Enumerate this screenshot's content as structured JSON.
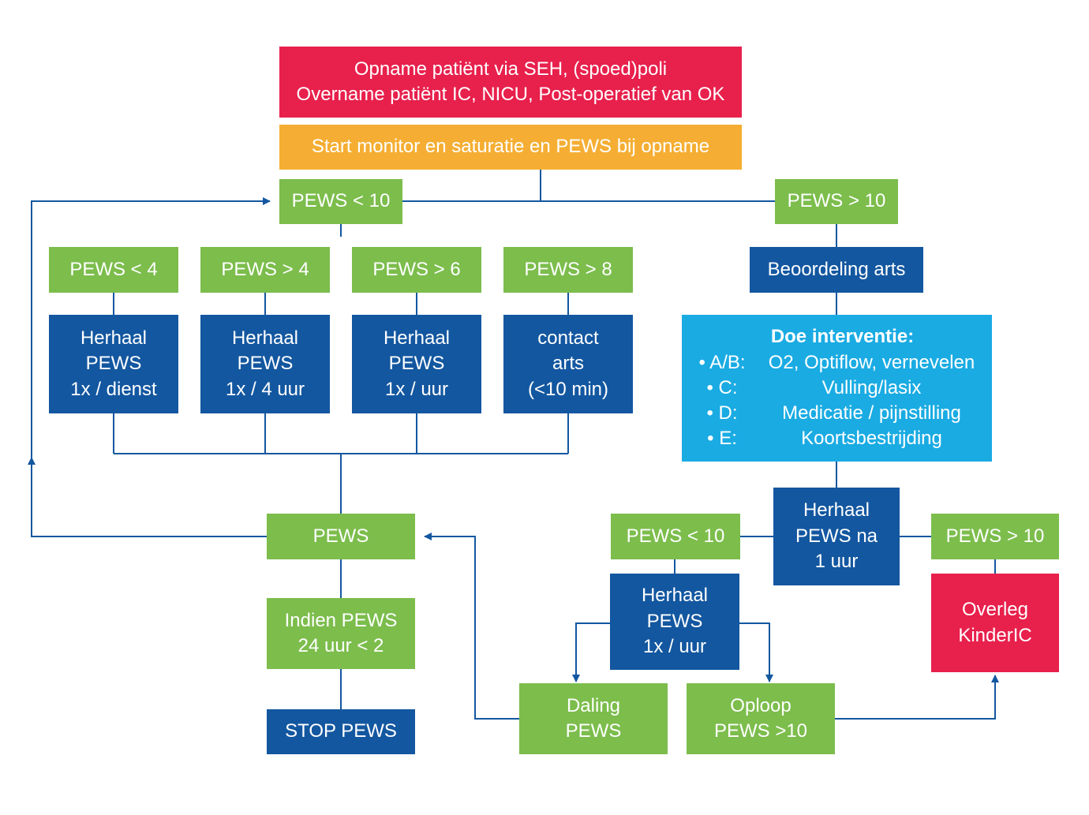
{
  "diagram": {
    "admission": {
      "line1": "Opname patiënt via SEH, (spoed)poli",
      "line2": "Overname patiënt IC, NICU, Post-operatief van OK"
    },
    "start": "Start monitor en saturatie en PEWS bij opname",
    "pews_lt10": "PEWS < 10",
    "pews_gt10": "PEWS > 10",
    "thresholds": [
      {
        "label": "PEWS < 4",
        "action": [
          "Herhaal",
          "PEWS",
          "1x / dienst"
        ]
      },
      {
        "label": "PEWS > 4",
        "action": [
          "Herhaal",
          "PEWS",
          "1x / 4 uur"
        ]
      },
      {
        "label": "PEWS > 6",
        "action": [
          "Herhaal",
          "PEWS",
          "1x / uur"
        ]
      },
      {
        "label": "PEWS > 8",
        "action": [
          "contact",
          "arts",
          "(<10 min)"
        ]
      }
    ],
    "assessment": "Beoordeling arts",
    "intervention": {
      "title": "Doe interventie:",
      "items": [
        {
          "code": "• A/B:",
          "text": "O2, Optiflow, vernevelen"
        },
        {
          "code": "• C:",
          "text": "Vulling/lasix"
        },
        {
          "code": "• D:",
          "text": "Medicatie / pijnstilling"
        },
        {
          "code": "• E:",
          "text": "Koortsbestrijding"
        }
      ]
    },
    "repeat_1h": [
      "Herhaal",
      "PEWS na",
      "1 uur"
    ],
    "right_lt10": "PEWS < 10",
    "right_gt10": "PEWS > 10",
    "repeat_right": [
      "Herhaal",
      "PEWS",
      "1x / uur"
    ],
    "kinderic": [
      "Overleg",
      "KinderIC"
    ],
    "pews": "PEWS",
    "if_24h": [
      "Indien PEWS",
      "24 uur < 2"
    ],
    "stop": "STOP PEWS",
    "daling": [
      "Daling",
      "PEWS"
    ],
    "oploop": [
      "Oploop",
      "PEWS >10"
    ]
  },
  "colors": {
    "red": "#e8204c",
    "orange": "#f5ae33",
    "green": "#7cbd4c",
    "navy": "#1357a0",
    "sky": "#1aabe3",
    "connector": "#1357a0"
  }
}
